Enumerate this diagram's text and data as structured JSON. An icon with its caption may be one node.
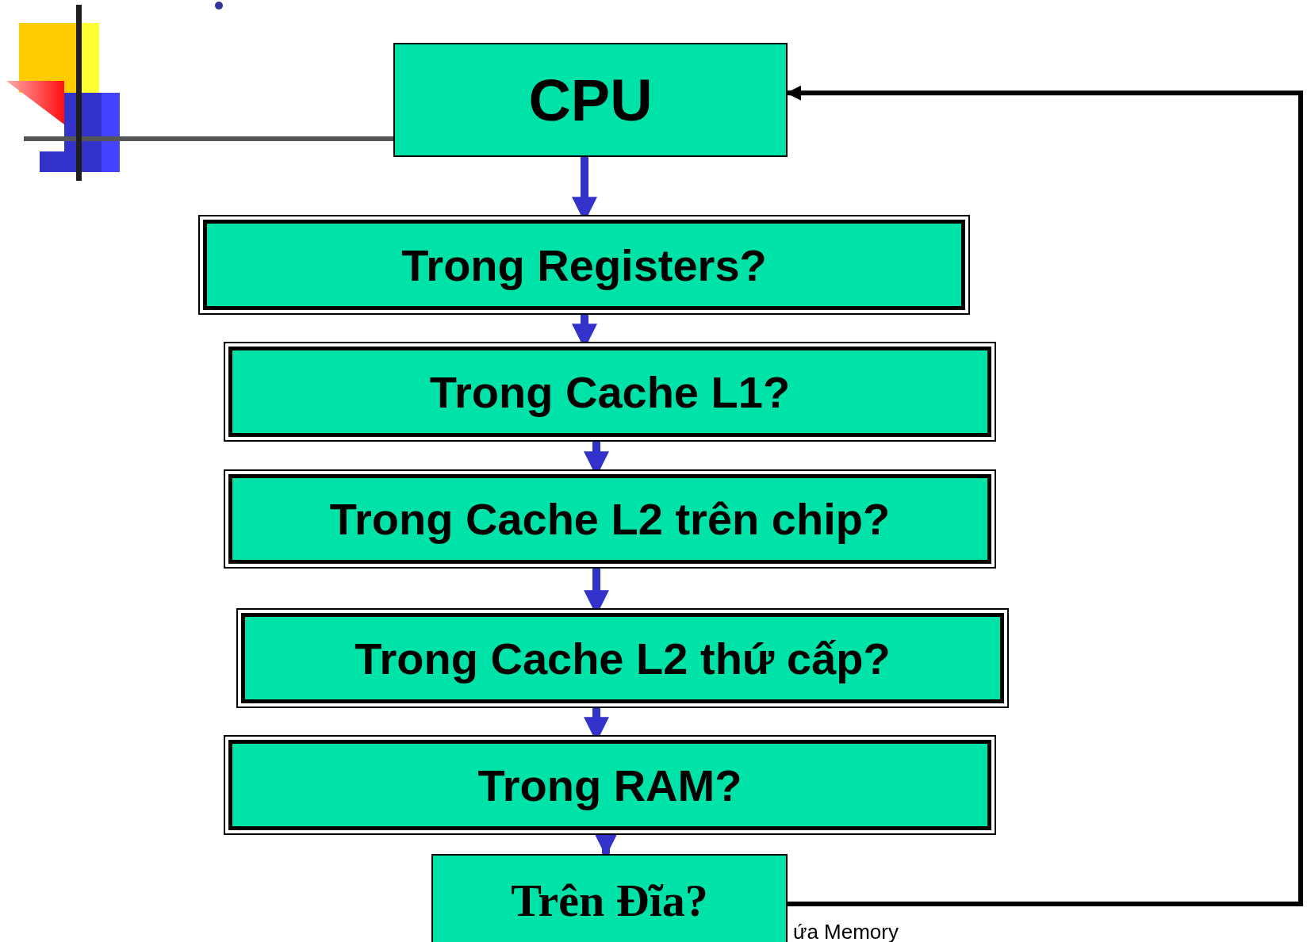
{
  "diagram": {
    "nodes": [
      {
        "text": [
          "CPU"
        ]
      },
      {
        "text": [
          "Trong Registers?"
        ]
      },
      {
        "text": [
          "Trong Cache L1?"
        ]
      },
      {
        "text": [
          "Trong Cache L2 trên chip?"
        ]
      },
      {
        "text": [
          "Trong Cache L2 thứ cấp?"
        ]
      },
      {
        "text": [
          "Trong RAM?"
        ]
      },
      {
        "text": [
          "Trên Đĩa?"
        ]
      }
    ],
    "edges": [
      {
        "from": 0,
        "to": 1,
        "arrow": "to"
      },
      {
        "from": 1,
        "to": 2,
        "arrow": "to"
      },
      {
        "from": 2,
        "to": 3,
        "arrow": "to"
      },
      {
        "from": 3,
        "to": 4,
        "arrow": "to"
      },
      {
        "from": 4,
        "to": 5,
        "arrow": "to"
      },
      {
        "from": 5,
        "to": 6,
        "arrow": "to"
      },
      {
        "from": 6,
        "to": 0,
        "arrow": "to",
        "color": "#000000"
      }
    ],
    "labels": [
      "ứa Memory"
    ]
  }
}
